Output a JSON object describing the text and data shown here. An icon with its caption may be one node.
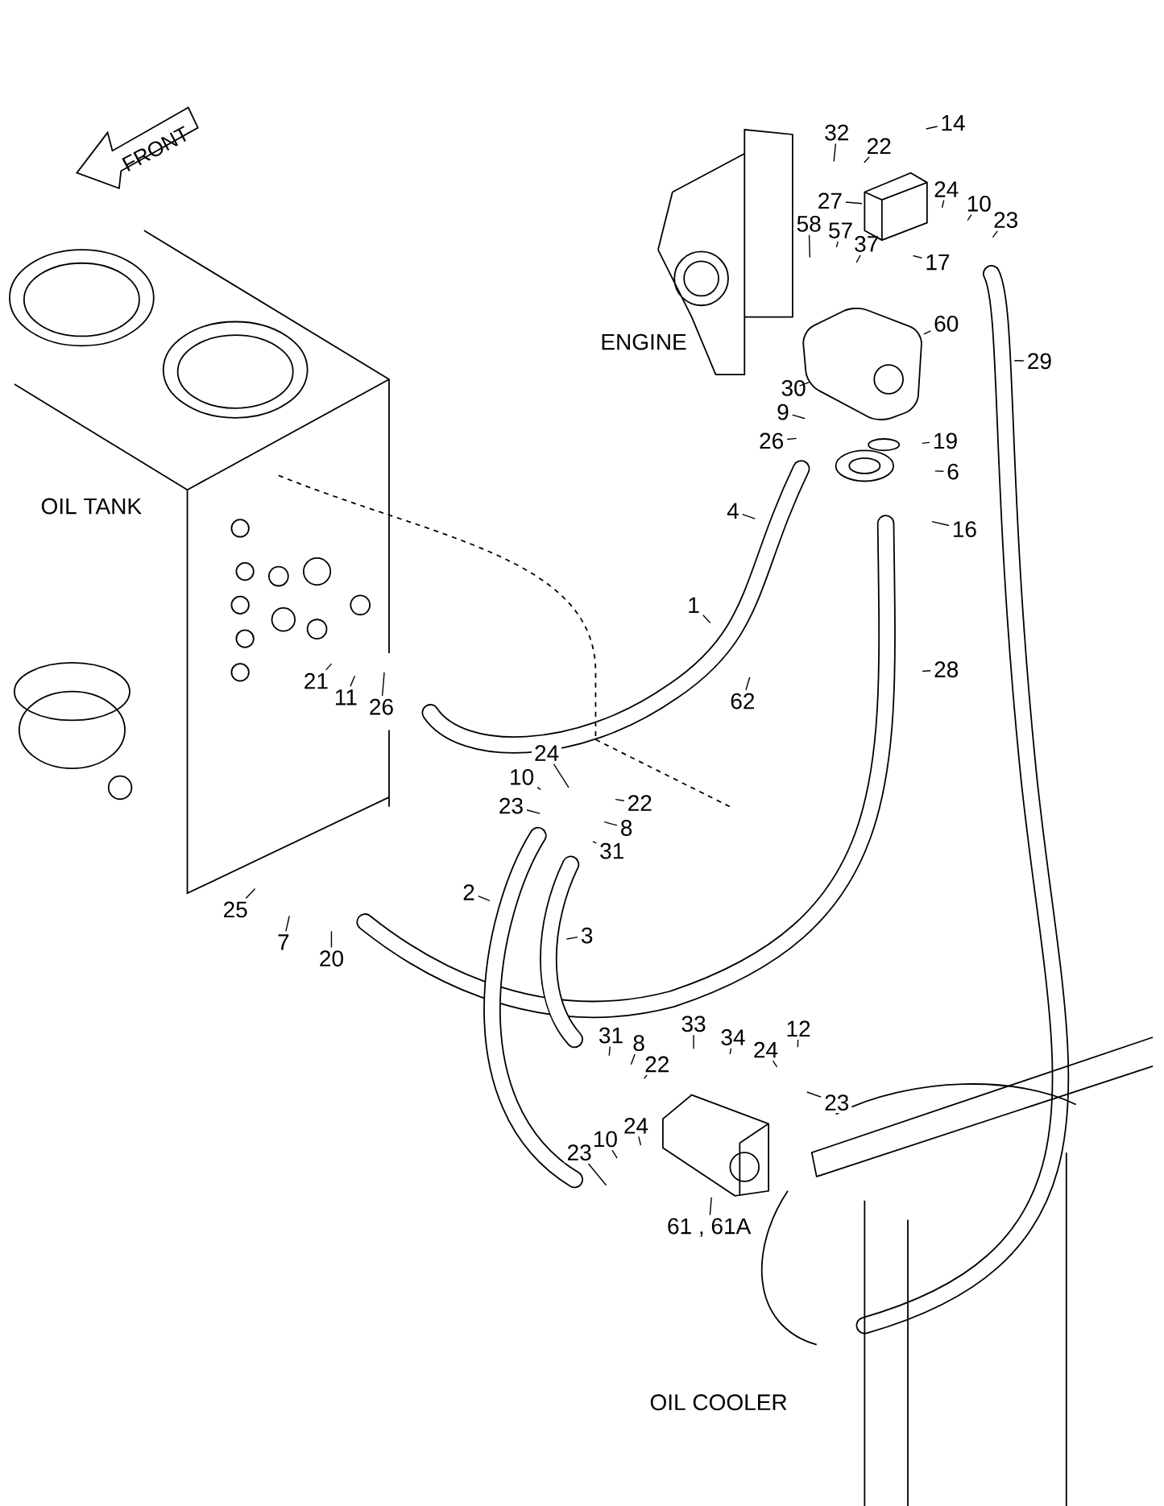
{
  "diagram": {
    "nodes": [
      {
        "text": [
          "14"
        ]
      },
      {
        "text": [
          "32"
        ]
      },
      {
        "text": [
          "22"
        ]
      },
      {
        "text": [
          "27"
        ]
      },
      {
        "text": [
          "24"
        ]
      },
      {
        "text": [
          "10"
        ]
      },
      {
        "text": [
          "23"
        ]
      },
      {
        "text": [
          "58"
        ]
      },
      {
        "text": [
          "57"
        ]
      },
      {
        "text": [
          "37"
        ]
      },
      {
        "text": [
          "17"
        ]
      },
      {
        "text": [
          "60"
        ]
      },
      {
        "text": [
          "29"
        ]
      },
      {
        "text": [
          "30"
        ]
      },
      {
        "text": [
          "9"
        ]
      },
      {
        "text": [
          "26"
        ]
      },
      {
        "text": [
          "19"
        ]
      },
      {
        "text": [
          "6"
        ]
      },
      {
        "text": [
          "16"
        ]
      },
      {
        "text": [
          "4"
        ]
      },
      {
        "text": [
          "1"
        ]
      },
      {
        "text": [
          "62"
        ]
      },
      {
        "text": [
          "28"
        ]
      },
      {
        "text": [
          "21"
        ]
      },
      {
        "text": [
          "11"
        ]
      },
      {
        "text": [
          "26"
        ]
      },
      {
        "text": [
          "24"
        ]
      },
      {
        "text": [
          "10"
        ]
      },
      {
        "text": [
          "23"
        ]
      },
      {
        "text": [
          "22"
        ]
      },
      {
        "text": [
          "8"
        ]
      },
      {
        "text": [
          "31"
        ]
      },
      {
        "text": [
          "2"
        ]
      },
      {
        "text": [
          "3"
        ]
      },
      {
        "text": [
          "25"
        ]
      },
      {
        "text": [
          "7"
        ]
      },
      {
        "text": [
          "20"
        ]
      },
      {
        "text": [
          "31"
        ]
      },
      {
        "text": [
          "8"
        ]
      },
      {
        "text": [
          "22"
        ]
      },
      {
        "text": [
          "33"
        ]
      },
      {
        "text": [
          "34"
        ]
      },
      {
        "text": [
          "24"
        ]
      },
      {
        "text": [
          "12"
        ]
      },
      {
        "text": [
          "23"
        ]
      },
      {
        "text": [
          "24"
        ]
      },
      {
        "text": [
          "10"
        ]
      },
      {
        "text": [
          "23"
        ]
      },
      {
        "text": [
          "61 , 61A"
        ]
      },
      {
        "text": [],
        "shape": "picture"
      },
      {
        "text": [],
        "shape": "picture"
      },
      {
        "text": [],
        "shape": "picture"
      }
    ],
    "edges": [
      {
        "from": 0,
        "to": null,
        "arrow": "none"
      },
      {
        "from": 1,
        "to": null,
        "arrow": "none"
      },
      {
        "from": 2,
        "to": null,
        "arrow": "none"
      },
      {
        "from": 3,
        "to": 49,
        "arrow": "none"
      },
      {
        "from": 4,
        "to": null,
        "arrow": "none"
      },
      {
        "from": 5,
        "to": null,
        "arrow": "none"
      },
      {
        "from": 6,
        "to": null,
        "arrow": "none"
      },
      {
        "from": 7,
        "to": null,
        "arrow": "none"
      },
      {
        "from": 8,
        "to": null,
        "arrow": "none"
      },
      {
        "from": 9,
        "to": null,
        "arrow": "none"
      },
      {
        "from": 10,
        "to": null,
        "arrow": "none"
      },
      {
        "from": 11,
        "to": 50,
        "arrow": "none"
      },
      {
        "from": 12,
        "to": null,
        "arrow": "none"
      },
      {
        "from": 13,
        "to": 50,
        "arrow": "none"
      },
      {
        "from": 14,
        "to": null,
        "arrow": "none"
      },
      {
        "from": 15,
        "to": null,
        "arrow": "none"
      },
      {
        "from": 16,
        "to": null,
        "arrow": "none"
      },
      {
        "from": 17,
        "to": null,
        "arrow": "none"
      },
      {
        "from": 18,
        "to": null,
        "arrow": "none"
      },
      {
        "from": 19,
        "to": null,
        "arrow": "none"
      },
      {
        "from": 20,
        "to": null,
        "arrow": "none"
      },
      {
        "from": 21,
        "to": null,
        "arrow": "none"
      },
      {
        "from": 22,
        "to": null,
        "arrow": "none"
      },
      {
        "from": 23,
        "to": null,
        "arrow": "none"
      },
      {
        "from": 24,
        "to": null,
        "arrow": "none"
      },
      {
        "from": 25,
        "to": null,
        "arrow": "none"
      },
      {
        "from": 26,
        "to": null,
        "arrow": "none"
      },
      {
        "from": 27,
        "to": null,
        "arrow": "none"
      },
      {
        "from": 28,
        "to": null,
        "arrow": "none"
      },
      {
        "from": 29,
        "to": null,
        "arrow": "none"
      },
      {
        "from": 30,
        "to": null,
        "arrow": "none"
      },
      {
        "from": 31,
        "to": null,
        "arrow": "none"
      },
      {
        "from": 32,
        "to": null,
        "arrow": "none"
      },
      {
        "from": 33,
        "to": null,
        "arrow": "none"
      },
      {
        "from": 34,
        "to": null,
        "arrow": "none"
      },
      {
        "from": 35,
        "to": null,
        "arrow": "none"
      },
      {
        "from": 36,
        "to": null,
        "arrow": "none"
      },
      {
        "from": 37,
        "to": null,
        "arrow": "none"
      },
      {
        "from": 38,
        "to": null,
        "arrow": "none"
      },
      {
        "from": 39,
        "to": null,
        "arrow": "none"
      },
      {
        "from": 40,
        "to": null,
        "arrow": "none"
      },
      {
        "from": 41,
        "to": null,
        "arrow": "none"
      },
      {
        "from": 42,
        "to": null,
        "arrow": "none"
      },
      {
        "from": 43,
        "to": null,
        "arrow": "none"
      },
      {
        "from": 44,
        "to": null,
        "arrow": "none"
      },
      {
        "from": 45,
        "to": null,
        "arrow": "none"
      },
      {
        "from": 46,
        "to": null,
        "arrow": "none"
      },
      {
        "from": 47,
        "to": null,
        "arrow": "none"
      },
      {
        "from": 48,
        "to": 51,
        "arrow": "none"
      }
    ],
    "labels": [
      "FRONT",
      "ENGINE",
      "OIL TANK",
      "OIL COOLER"
    ]
  }
}
